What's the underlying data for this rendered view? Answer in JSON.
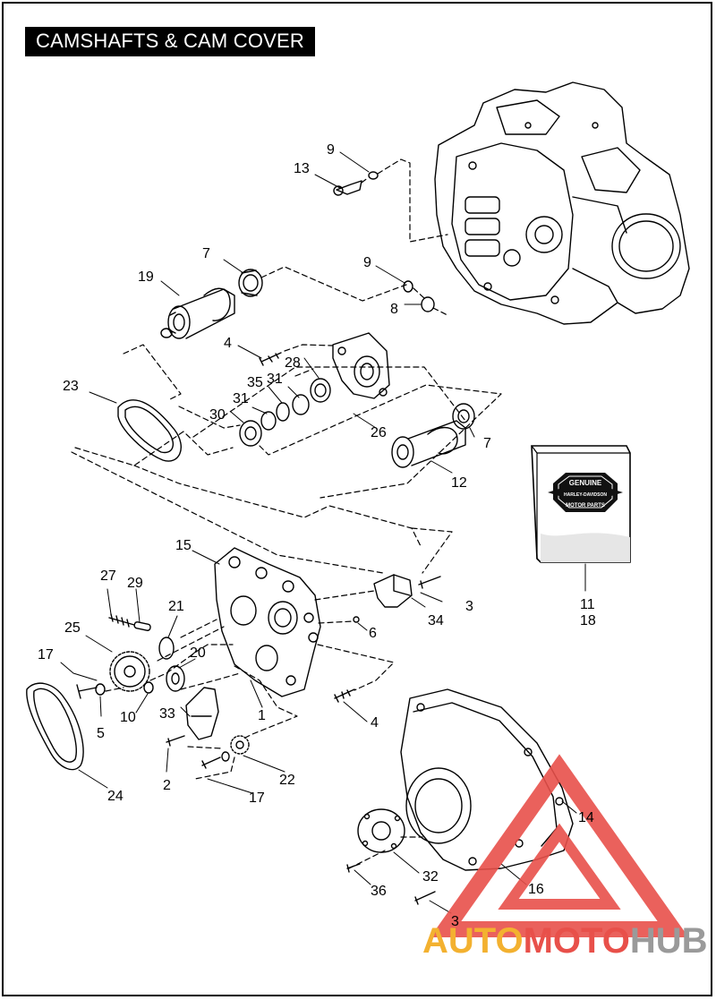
{
  "page": {
    "title": "CAMSHAFTS & CAM COVER"
  },
  "callouts": [
    {
      "id": "c1",
      "text": "1"
    },
    {
      "id": "c2",
      "text": "2"
    },
    {
      "id": "c3a",
      "text": "3"
    },
    {
      "id": "c3b",
      "text": "3"
    },
    {
      "id": "c4a",
      "text": "4"
    },
    {
      "id": "c4b",
      "text": "4"
    },
    {
      "id": "c5",
      "text": "5"
    },
    {
      "id": "c6",
      "text": "6"
    },
    {
      "id": "c7a",
      "text": "7"
    },
    {
      "id": "c7b",
      "text": "7"
    },
    {
      "id": "c8",
      "text": "8"
    },
    {
      "id": "c9a",
      "text": "9"
    },
    {
      "id": "c9b",
      "text": "9"
    },
    {
      "id": "c10",
      "text": "10"
    },
    {
      "id": "c11",
      "text": "11"
    },
    {
      "id": "c12",
      "text": "12"
    },
    {
      "id": "c13",
      "text": "13"
    },
    {
      "id": "c14",
      "text": "14"
    },
    {
      "id": "c15",
      "text": "15"
    },
    {
      "id": "c16",
      "text": "16"
    },
    {
      "id": "c17a",
      "text": "17"
    },
    {
      "id": "c17b",
      "text": "17"
    },
    {
      "id": "c18",
      "text": "18"
    },
    {
      "id": "c19",
      "text": "19"
    },
    {
      "id": "c20",
      "text": "20"
    },
    {
      "id": "c21",
      "text": "21"
    },
    {
      "id": "c22",
      "text": "22"
    },
    {
      "id": "c23",
      "text": "23"
    },
    {
      "id": "c24",
      "text": "24"
    },
    {
      "id": "c25",
      "text": "25"
    },
    {
      "id": "c26",
      "text": "26"
    },
    {
      "id": "c27",
      "text": "27"
    },
    {
      "id": "c28",
      "text": "28"
    },
    {
      "id": "c29",
      "text": "29"
    },
    {
      "id": "c30",
      "text": "30"
    },
    {
      "id": "c31a",
      "text": "31"
    },
    {
      "id": "c31b",
      "text": "31"
    },
    {
      "id": "c32",
      "text": "32"
    },
    {
      "id": "c33",
      "text": "33"
    },
    {
      "id": "c34",
      "text": "34"
    },
    {
      "id": "c35",
      "text": "35"
    },
    {
      "id": "c36",
      "text": "36"
    }
  ],
  "badge": {
    "line1": "GENUINE",
    "line2": "HARLEY-DAVIDSON",
    "line3": "MOTOR PARTS"
  },
  "watermark": {
    "part1": "AUTO",
    "part2": "MOTO",
    "part3": "HUB",
    "color_red": "#e8504a",
    "color_yellow": "#f3b130",
    "color_gray": "#9a9a9a"
  }
}
